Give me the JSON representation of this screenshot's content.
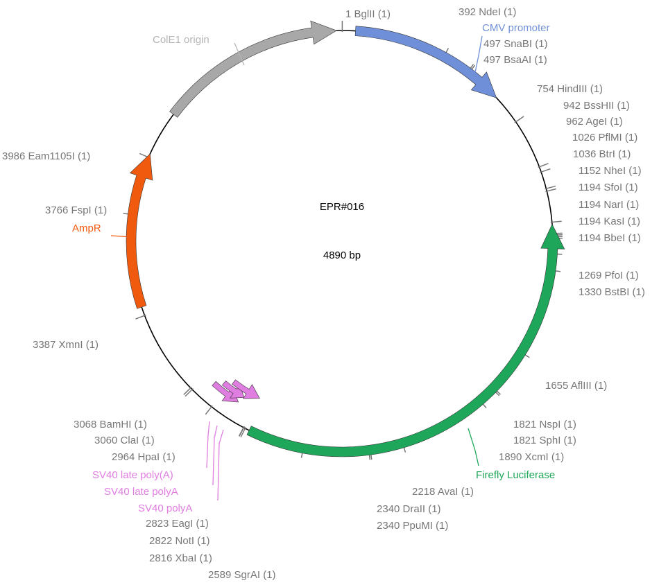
{
  "plasmid": {
    "name": "EPR#016",
    "length_label": "4890 bp",
    "length_bp": 4890
  },
  "colors": {
    "backbone": "#000000",
    "site_text": "#777777",
    "tick": "#777777",
    "cmv": "#6f8fd8",
    "luciferase": "#1ea75a",
    "ampr": "#f05a0f",
    "colE1": "#a8a8a8",
    "colE1_text": "#b4b4b4",
    "sv40": "#e07de0"
  },
  "features": [
    {
      "id": "cmv",
      "label": "CMV promoter",
      "color_key": "cmv",
      "start": 50,
      "end": 640,
      "direction": "forward"
    },
    {
      "id": "luciferase",
      "label": "Firefly Luciferase",
      "color_key": "luciferase",
      "start": 1160,
      "end": 2800,
      "direction": "reverse"
    },
    {
      "id": "sv40-late-polya-1",
      "label": "SV40 late poly(A)",
      "color_key": "sv40",
      "start": 2890,
      "end": 3015,
      "direction": "reverse"
    },
    {
      "id": "sv40-late-polya-2",
      "label": "SV40 late polyA",
      "color_key": "sv40",
      "start": 2880,
      "end": 2985,
      "direction": "reverse"
    },
    {
      "id": "sv40-polya",
      "label": "SV40 polyA",
      "color_key": "sv40",
      "start": 2820,
      "end": 2955,
      "direction": "reverse"
    },
    {
      "id": "ampr",
      "label": "AmpR",
      "color_key": "ampr",
      "start": 3420,
      "end": 4000,
      "direction": "forward"
    },
    {
      "id": "colE1",
      "label": "ColE1 origin",
      "color_key": "colE1",
      "start": 4170,
      "end": 4870,
      "direction": "forward"
    }
  ],
  "sites": [
    {
      "label": "1 BglII (1)",
      "pos": 1
    },
    {
      "label": "392 NdeI (1)",
      "pos": 392
    },
    {
      "label": "497 SnaBI (1)",
      "pos": 497
    },
    {
      "label": "497 BsaAI (1)",
      "pos": 497
    },
    {
      "label": "754 HindIII (1)",
      "pos": 754
    },
    {
      "label": "942 BssHII (1)",
      "pos": 942
    },
    {
      "label": "962 AgeI (1)",
      "pos": 962
    },
    {
      "label": "1026 PflMI (1)",
      "pos": 1026
    },
    {
      "label": "1036 BtrI (1)",
      "pos": 1036
    },
    {
      "label": "1152 NheI (1)",
      "pos": 1152
    },
    {
      "label": "1194 SfoI (1)",
      "pos": 1194
    },
    {
      "label": "1194 NarI (1)",
      "pos": 1194
    },
    {
      "label": "1194 KasI (1)",
      "pos": 1194
    },
    {
      "label": "1194 BbeI (1)",
      "pos": 1194
    },
    {
      "label": "1269 PfoI (1)",
      "pos": 1269
    },
    {
      "label": "1330 BstBI (1)",
      "pos": 1330
    },
    {
      "label": "1655 AflIII (1)",
      "pos": 1655
    },
    {
      "label": "1821 NspI (1)",
      "pos": 1821
    },
    {
      "label": "1821 SphI (1)",
      "pos": 1821
    },
    {
      "label": "1890 XcmI (1)",
      "pos": 1890
    },
    {
      "label": "2218 AvaI (1)",
      "pos": 2218
    },
    {
      "label": "2340 DraII (1)",
      "pos": 2340
    },
    {
      "label": "2340 PpuMI (1)",
      "pos": 2340
    },
    {
      "label": "2589 SgrAI (1)",
      "pos": 2589
    },
    {
      "label": "2816 XbaI (1)",
      "pos": 2816
    },
    {
      "label": "2822 NotI (1)",
      "pos": 2822
    },
    {
      "label": "2823 EagI (1)",
      "pos": 2823
    },
    {
      "label": "2964 HpaI (1)",
      "pos": 2964
    },
    {
      "label": "3060 ClaI (1)",
      "pos": 3060
    },
    {
      "label": "3068 BamHI (1)",
      "pos": 3068
    },
    {
      "label": "3387 XmnI (1)",
      "pos": 3387
    },
    {
      "label": "3766 FspI (1)",
      "pos": 3766
    },
    {
      "label": "3986 Eam1105I (1)",
      "pos": 3986
    }
  ]
}
